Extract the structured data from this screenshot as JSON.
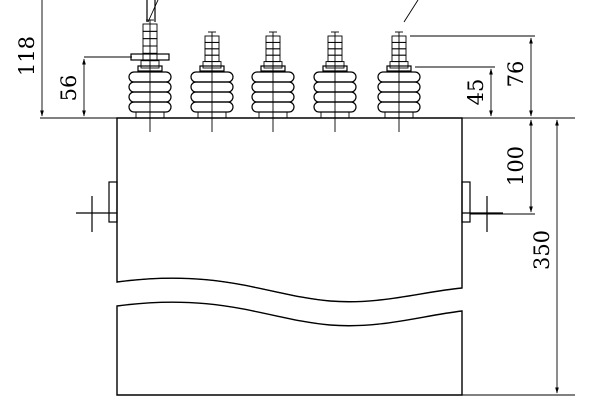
{
  "dimensions": {
    "total_left_height": "118",
    "bushing_height_left": "56",
    "top_height_right": "76",
    "bushing_height_right": "45",
    "mount_height": "100",
    "body_height": "350"
  }
}
